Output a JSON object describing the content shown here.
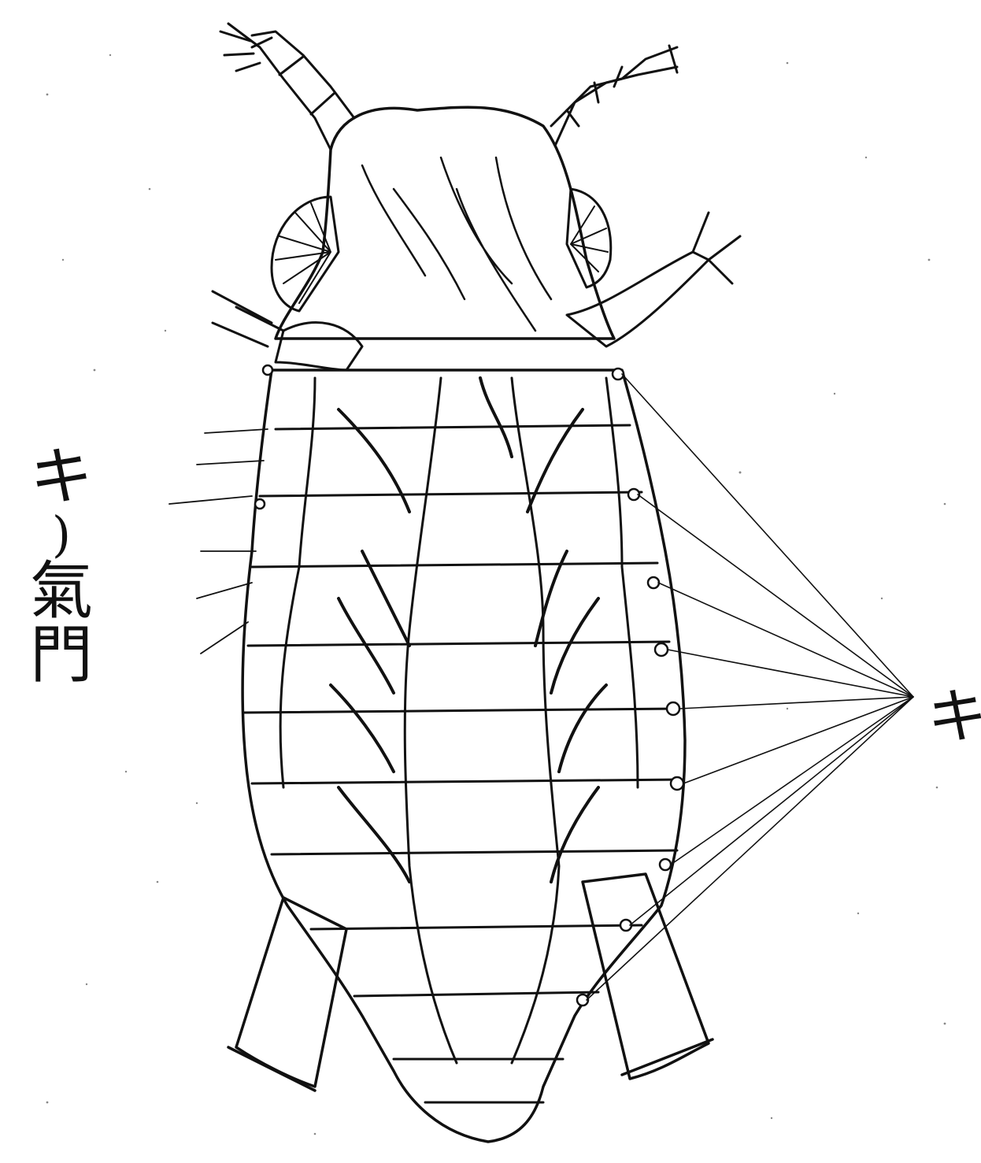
{
  "figure": {
    "legend": {
      "kana": "キ",
      "close_paren": ")",
      "term": "氣門"
    },
    "callout_label": "キ",
    "colors": {
      "ink": "#111111",
      "paper": "#ffffff"
    }
  }
}
